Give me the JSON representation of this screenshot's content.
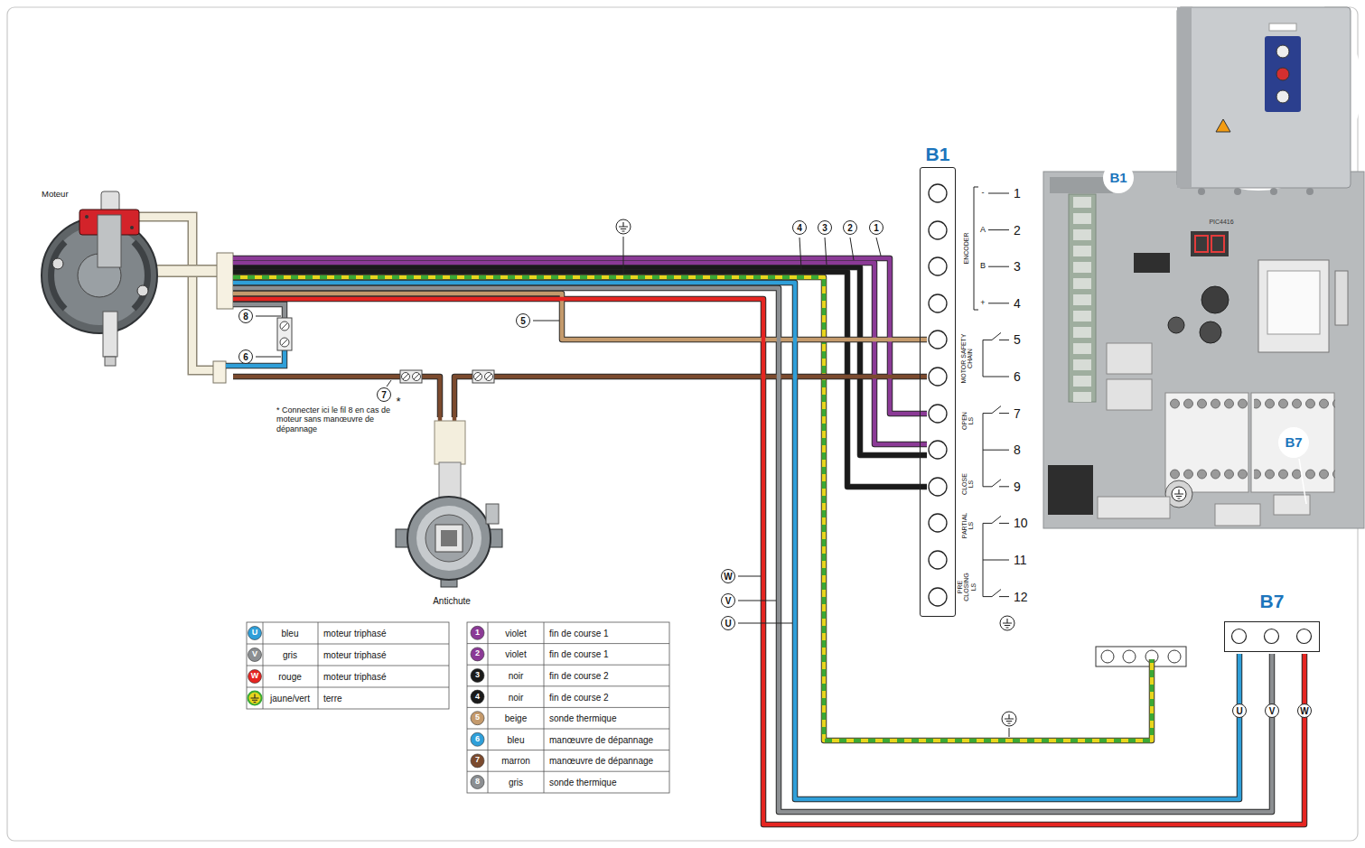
{
  "diagram": {
    "nodes": [
      {
        "text": [
          "Moteur"
        ]
      },
      {
        "text": [
          "Antichute"
        ]
      },
      {
        "text": [
          "B1"
        ]
      },
      {
        "text": [
          "1"
        ],
        "in": 2
      },
      {
        "text": [
          "2"
        ],
        "in": 2
      },
      {
        "text": [
          "3"
        ],
        "in": 2
      },
      {
        "text": [
          "4"
        ],
        "in": 2
      },
      {
        "text": [
          "5"
        ],
        "in": 2
      },
      {
        "text": [
          "6"
        ],
        "in": 2
      },
      {
        "text": [
          "7"
        ],
        "in": 2
      },
      {
        "text": [
          "8"
        ],
        "in": 2
      },
      {
        "text": [
          "9"
        ],
        "in": 2
      },
      {
        "text": [
          "10"
        ],
        "in": 2
      },
      {
        "text": [
          "11"
        ],
        "in": 2
      },
      {
        "text": [
          "12"
        ],
        "in": 2
      },
      {
        "text": [
          "B7"
        ]
      }
    ],
    "edges": [
      {
        "from": 0,
        "to": 9,
        "arrow": "none",
        "label": "1"
      },
      {
        "from": 0,
        "to": 10,
        "arrow": "none",
        "label": "2"
      },
      {
        "from": 0,
        "to": 10,
        "arrow": "none",
        "label": "3"
      },
      {
        "from": 0,
        "to": 11,
        "arrow": "none",
        "label": "4"
      },
      {
        "from": 0,
        "to": 7,
        "arrow": "none",
        "label": "5"
      },
      {
        "from": 0,
        "to": 1,
        "arrow": "none",
        "label": "7"
      },
      {
        "from": 1,
        "to": 8,
        "arrow": "none"
      },
      {
        "from": 0,
        "to": 15,
        "arrow": "none",
        "label": "U"
      },
      {
        "from": 0,
        "to": 15,
        "arrow": "none",
        "label": "V"
      },
      {
        "from": 0,
        "to": 15,
        "arrow": "none",
        "label": "W"
      }
    ],
    "labels": [
      "ENCODER",
      "-",
      "A",
      "B",
      "+",
      "MOTOR SAFETY CHAIN",
      "OPEN LS",
      "CLOSE LS",
      "PARTIAL LS",
      "PRE CLOSING LS",
      "8",
      "6",
      "* Connecter ici le fil 8 en cas de moteur sans manœuvre de dépannage",
      "*",
      "W",
      "V",
      "U",
      "B1",
      "B7",
      "PIC4416",
      "U",
      "bleu",
      "V",
      "gris",
      "W",
      "rouge",
      "jaune/vert",
      "1",
      "violet",
      "2",
      "violet",
      "3",
      "noir",
      "4",
      "noir",
      "5",
      "beige",
      "6",
      "bleu",
      "7",
      "marron",
      "8",
      "gris"
    ],
    "legend": [
      {
        "text": "moteur triphasé",
        "color": "#2f9fd9"
      },
      {
        "text": "moteur triphasé",
        "color": "#8c8f92"
      },
      {
        "text": "moteur triphasé",
        "color": "#e52521"
      },
      {
        "text": "terre"
      },
      {
        "text": "fin de course 1",
        "color": "#8b3a96"
      },
      {
        "text": "fin de course 1",
        "color": "#8b3a96"
      },
      {
        "text": "fin de course 2",
        "color": "#1a1a1a"
      },
      {
        "text": "fin de course 2",
        "color": "#1a1a1a"
      },
      {
        "text": "sonde thermique",
        "color": "#c49a6c"
      },
      {
        "text": "manœuvre de dépannage",
        "color": "#2f9fd9"
      },
      {
        "text": "manœuvre de dépannage",
        "color": "#7b4a2e"
      },
      {
        "text": "sonde thermique",
        "color": "#8c8f92"
      }
    ]
  }
}
